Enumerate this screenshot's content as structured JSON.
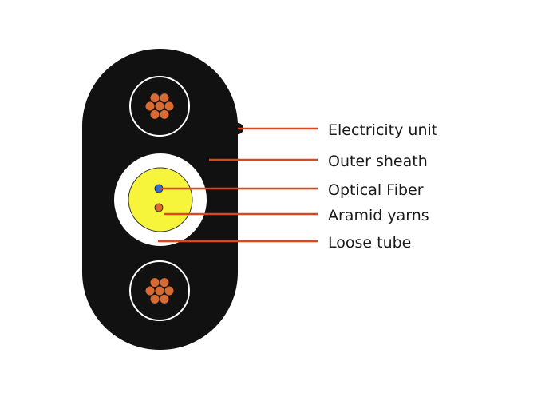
{
  "diagram": {
    "colors": {
      "sheath": "#111111",
      "leader": "#e0451b",
      "copper": "#d86a33",
      "fiber_core": "#f6f53c",
      "fiber_dot": "#2a6fdc",
      "aramid_dot": "#e06a2a",
      "loose_tube": "#ffffff",
      "label_text": "#1a1a1a"
    },
    "labels": {
      "electricity_unit": "Electricity unit",
      "outer_sheath": "Outer sheath",
      "optical_fiber": "Optical Fiber",
      "aramid_yarns": "Aramid yarns",
      "loose_tube": "Loose tube"
    }
  }
}
